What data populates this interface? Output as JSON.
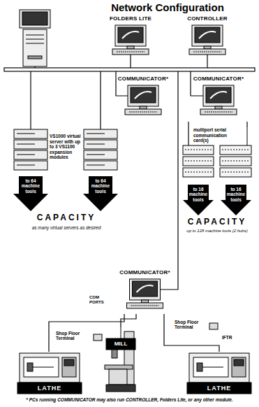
{
  "diagram": {
    "title": "Network Configuration",
    "caption": "* PCs running COMMUNICATOR may also run CONTROLLER, Folders Lite, or any other module.",
    "nodes": [
      {
        "text": [
          "FOLDERS LITE"
        ]
      },
      {
        "text": [
          "CONTROLLER"
        ]
      },
      {
        "text": [
          "COMMUNICATOR*"
        ]
      },
      {
        "text": [
          "COMMUNICATOR*"
        ]
      },
      {
        "text": [
          "VS1000 virtual server with up to 3 VS1100 expansion modules"
        ]
      },
      {
        "text": [
          "to 64 machine tools"
        ]
      },
      {
        "text": [
          "to 64 machine tools"
        ]
      },
      {
        "text": [
          "multiport serial communication card(s)"
        ]
      },
      {
        "text": [
          "to 16 machine tools"
        ]
      },
      {
        "text": [
          "to 16 machine tools"
        ]
      },
      {
        "text": [
          "COMMUNICATOR*"
        ]
      },
      {
        "text": [
          "LATHE"
        ]
      },
      {
        "text": [
          "MILL"
        ]
      },
      {
        "text": [
          "LATHE"
        ]
      }
    ],
    "edges": [
      {
        "from": 3,
        "to": 7,
        "arrow": "none"
      },
      {
        "from": 10,
        "to": 11,
        "arrow": "none"
      },
      {
        "from": 10,
        "to": 12,
        "arrow": "none"
      },
      {
        "from": 10,
        "to": 13,
        "arrow": "none"
      }
    ],
    "labels": [
      "CAPACITY",
      "as many virtual servers as desired",
      "CAPACITY",
      "up to 128 machine tools (2 hubs)",
      "COM PORTS",
      "Shop Floor Terminal",
      "Shop Floor Terminal",
      "IFTR"
    ]
  }
}
